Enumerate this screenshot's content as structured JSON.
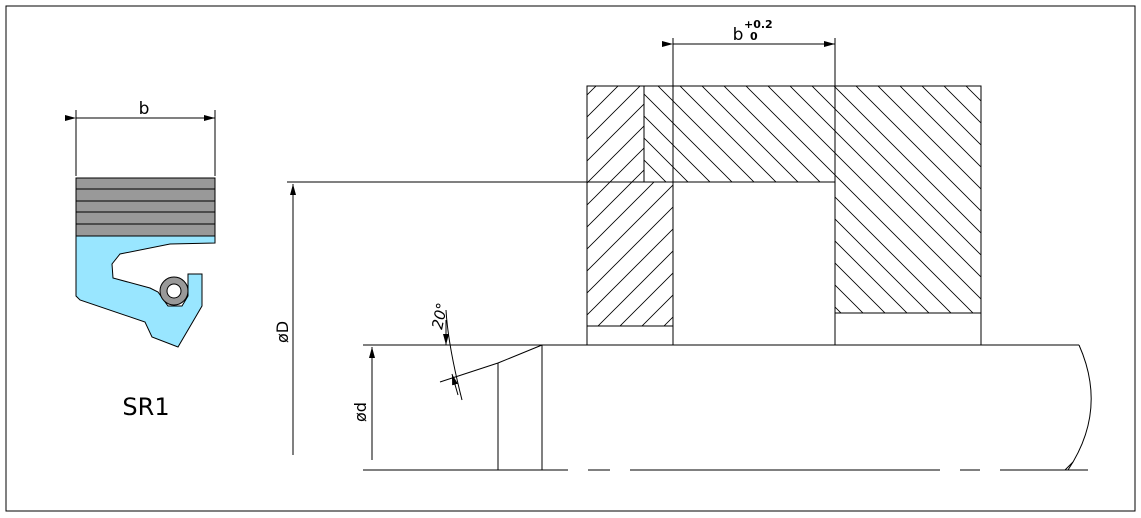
{
  "labels": {
    "seal_width": "b",
    "profile_code": "SR1",
    "groove_width_base": "b",
    "groove_tol_upper": "+0.2",
    "groove_tol_lower": "0",
    "outer_diameter": "øD",
    "inner_diameter": "ød",
    "chamfer_angle": "20°"
  },
  "colors": {
    "seal_body": "#99e6ff",
    "spring_bands": "#999999",
    "outline": "#000000",
    "background": "#ffffff"
  }
}
